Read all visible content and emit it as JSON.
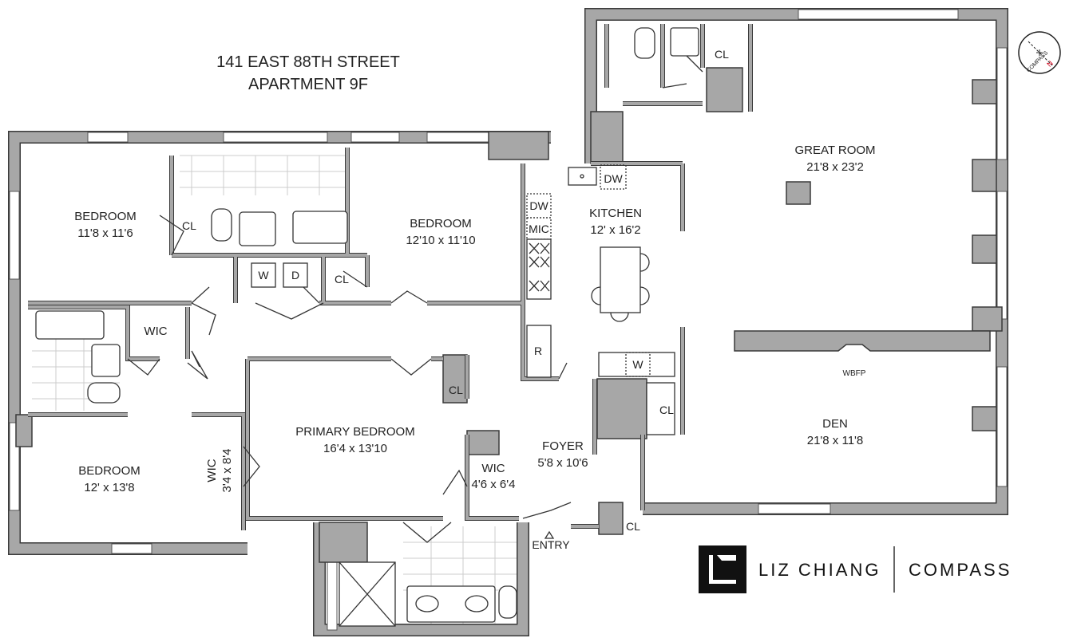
{
  "title": {
    "line1": "141 EAST 88TH STREET",
    "line2": "APARTMENT 9F"
  },
  "rooms": {
    "great_room": {
      "name": "GREAT ROOM",
      "dims": "21'8 x 23'2"
    },
    "kitchen": {
      "name": "KITCHEN",
      "dims": "12' x 16'2"
    },
    "bedroom_nw": {
      "name": "BEDROOM",
      "dims": "11'8 x 11'6"
    },
    "bedroom_n": {
      "name": "BEDROOM",
      "dims": "12'10 x 11'10"
    },
    "primary_bedroom": {
      "name": "PRIMARY BEDROOM",
      "dims": "16'4 x 13'10"
    },
    "bedroom_sw": {
      "name": "BEDROOM",
      "dims": "12' x 13'8"
    },
    "foyer": {
      "name": "FOYER",
      "dims": "5'8 x 10'6"
    },
    "den": {
      "name": "DEN",
      "dims": "21'8 x 11'8"
    },
    "wic_primary": {
      "name": "WIC",
      "dims": "3'4 x 8'4"
    },
    "wic_foyer": {
      "name": "WIC",
      "dims": "4'6 x 6'4"
    },
    "wic_hall": {
      "name": "WIC"
    }
  },
  "fixtures": {
    "closet": "CL",
    "dishwasher": "DW",
    "microwave": "MIC",
    "refrigerator": "R",
    "wine": "W",
    "washer": "W",
    "dryer": "D",
    "fireplace": "WBFP",
    "entry": "ENTRY"
  },
  "compass": {
    "label": "COMPASS",
    "north": "N",
    "north_color": "#d0021b"
  },
  "branding": {
    "agent": "LIZ CHIANG",
    "brokerage": "COMPASS"
  },
  "colors": {
    "wall": "#a7a7a7",
    "outline": "#3a3a3a"
  }
}
